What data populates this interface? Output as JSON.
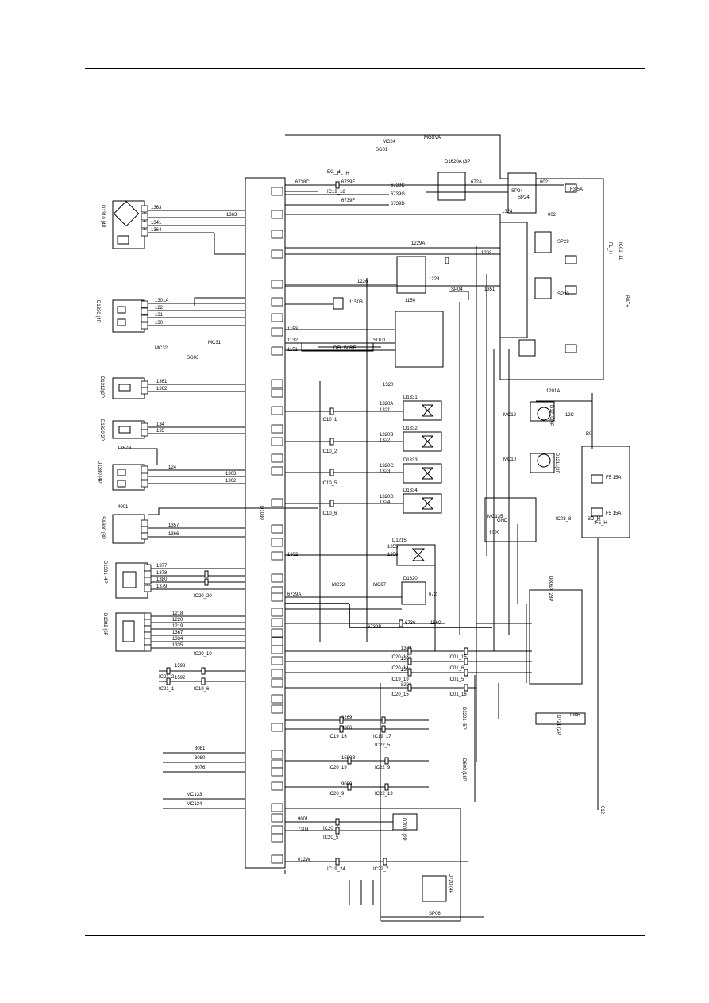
{
  "page": {
    "connector_name": "D1030",
    "wire_labels_left": [
      {
        "id": "1363a",
        "text": "1363"
      },
      {
        "id": "1363b",
        "text": "1363"
      },
      {
        "id": "1341",
        "text": "1341"
      },
      {
        "id": "1364",
        "text": "1364"
      },
      {
        "id": "1301A",
        "text": "1301A"
      },
      {
        "id": "122",
        "text": "122"
      },
      {
        "id": "131",
        "text": "131"
      },
      {
        "id": "130",
        "text": "130"
      },
      {
        "id": "1361",
        "text": "1361"
      },
      {
        "id": "1362",
        "text": "1362"
      },
      {
        "id": "134",
        "text": "134"
      },
      {
        "id": "135",
        "text": "135"
      },
      {
        "id": "1357B",
        "text": "1357B"
      },
      {
        "id": "124",
        "text": "124"
      },
      {
        "id": "1303",
        "text": "1303"
      },
      {
        "id": "1302",
        "text": "1302"
      },
      {
        "id": "4001",
        "text": "4001"
      },
      {
        "id": "1357",
        "text": "1357"
      },
      {
        "id": "1366",
        "text": "1366"
      },
      {
        "id": "1377",
        "text": "1377"
      },
      {
        "id": "1378",
        "text": "1378"
      },
      {
        "id": "1380",
        "text": "1380"
      },
      {
        "id": "1379",
        "text": "1379"
      },
      {
        "id": "1218",
        "text": "1218"
      },
      {
        "id": "1220",
        "text": "1220"
      },
      {
        "id": "1219",
        "text": "1219"
      },
      {
        "id": "1367",
        "text": "1367"
      },
      {
        "id": "1334",
        "text": "1334"
      },
      {
        "id": "1335",
        "text": "1335"
      },
      {
        "id": "1598",
        "text": "1598"
      },
      {
        "id": "1592",
        "text": "1592"
      },
      {
        "id": "8081",
        "text": "8081"
      },
      {
        "id": "8080",
        "text": "8080"
      },
      {
        "id": "8076",
        "text": "8076"
      },
      {
        "id": "MC133",
        "text": "MC133"
      },
      {
        "id": "MC134",
        "text": "MC134"
      }
    ],
    "devices": [
      {
        "id": "D1310",
        "text": "D1310 (4P"
      },
      {
        "id": "D1330",
        "text": "D1330 (4P"
      },
      {
        "id": "D1312",
        "text": "D1312(2P"
      },
      {
        "id": "D1320",
        "text": "D1320(2P"
      },
      {
        "id": "D1380",
        "text": "D1380 (4P"
      },
      {
        "id": "SA800",
        "text": "SA800 (3P"
      },
      {
        "id": "D1381",
        "text": "D1381 (4P"
      },
      {
        "id": "D1382",
        "text": "D1382 (6P"
      },
      {
        "id": "D1331",
        "text": "D1331"
      },
      {
        "id": "D1332",
        "text": "D1332"
      },
      {
        "id": "D1333",
        "text": "D1333"
      },
      {
        "id": "D1334",
        "text": "D1334"
      },
      {
        "id": "D1215",
        "text": "D1215"
      },
      {
        "id": "D1620",
        "text": "D1620"
      },
      {
        "id": "D1620A",
        "text": "D1620A (3P"
      },
      {
        "id": "D721",
        "text": "D721 (2P"
      },
      {
        "id": "D1210",
        "text": "D1210(4P"
      },
      {
        "id": "D1211",
        "text": "D1211(2P"
      },
      {
        "id": "D006A",
        "text": "D006A (28P"
      },
      {
        "id": "D7001",
        "text": "D7001 (2P"
      },
      {
        "id": "D3201",
        "text": "D3201 (5P"
      },
      {
        "id": "D600",
        "text": "D600 (18P"
      },
      {
        "id": "D720",
        "text": "D720 (4P"
      }
    ],
    "mid_labels": [
      {
        "id": "MC24",
        "text": "MC24"
      },
      {
        "id": "SG01",
        "text": "SG01"
      },
      {
        "id": "MOXVA",
        "text": "MOXVA"
      },
      {
        "id": "6738C",
        "text": "6738C"
      },
      {
        "id": "6739E",
        "text": "6739E"
      },
      {
        "id": "6739F",
        "text": "6739F"
      },
      {
        "id": "6739G",
        "text": "6739G"
      },
      {
        "id": "6739D",
        "text": "6739D"
      },
      {
        "id": "6739C",
        "text": "6739C"
      },
      {
        "id": "672A",
        "text": "672A"
      },
      {
        "id": "IC19_18",
        "text": "IC19_18"
      },
      {
        "id": "FL_H",
        "text": "FL_H"
      },
      {
        "id": "EG_H",
        "text": "EG_H"
      },
      {
        "id": "1324A",
        "text": "1324"
      },
      {
        "id": "1229A",
        "text": "1229A"
      },
      {
        "id": "1203",
        "text": "1203"
      },
      {
        "id": "1226",
        "text": "1226"
      },
      {
        "id": "1228",
        "text": "1228"
      },
      {
        "id": "SP04",
        "text": "SP04"
      },
      {
        "id": "1351",
        "text": "1351"
      },
      {
        "id": "1150B",
        "text": "1150B"
      },
      {
        "id": "1150",
        "text": "1150"
      },
      {
        "id": "1153",
        "text": "1153"
      },
      {
        "id": "1132",
        "text": "1132"
      },
      {
        "id": "1151",
        "text": "1151"
      },
      {
        "id": "DFLWIRE",
        "text": "DFL WIRE"
      },
      {
        "id": "SDU1",
        "text": "SDU1"
      },
      {
        "id": "MC31",
        "text": "MC31"
      },
      {
        "id": "MC32",
        "text": "MC32"
      },
      {
        "id": "SG03",
        "text": "SG03"
      },
      {
        "id": "1320",
        "text": "1320"
      },
      {
        "id": "1320A",
        "text": "1320A"
      },
      {
        "id": "1321",
        "text": "1321"
      },
      {
        "id": "1320B",
        "text": "1320B"
      },
      {
        "id": "1322",
        "text": "1322"
      },
      {
        "id": "1320C",
        "text": "1320C"
      },
      {
        "id": "1323",
        "text": "1323"
      },
      {
        "id": "1320D",
        "text": "1320D"
      },
      {
        "id": "1324",
        "text": "1324"
      },
      {
        "id": "IC10_1",
        "text": "IC10_1"
      },
      {
        "id": "IC10_2",
        "text": "IC10_2"
      },
      {
        "id": "IC10_5",
        "text": "IC10_5"
      },
      {
        "id": "IC10_6",
        "text": "IC10_6"
      },
      {
        "id": "1355",
        "text": "1355"
      },
      {
        "id": "1356",
        "text": "1356"
      },
      {
        "id": "1332",
        "text": "1332"
      },
      {
        "id": "MC33",
        "text": "MC33"
      },
      {
        "id": "MC87",
        "text": "MC87"
      },
      {
        "id": "6739A",
        "text": "6739A"
      },
      {
        "id": "6739B",
        "text": "6739B"
      },
      {
        "id": "672",
        "text": "672"
      },
      {
        "id": "6736",
        "text": "6736"
      },
      {
        "id": "1560",
        "text": "1560"
      },
      {
        "id": "1382",
        "text": "1382"
      },
      {
        "id": "1330",
        "text": "1330"
      },
      {
        "id": "1368",
        "text": "1368"
      },
      {
        "id": "8200",
        "text": "8200"
      },
      {
        "id": "8269",
        "text": "8269"
      },
      {
        "id": "9006",
        "text": "9006"
      },
      {
        "id": "1598B",
        "text": "1598B"
      },
      {
        "id": "9000",
        "text": "9000"
      },
      {
        "id": "9001",
        "text": "9001"
      },
      {
        "id": "7309",
        "text": "7309"
      },
      {
        "id": "012W",
        "text": "012W"
      },
      {
        "id": "SP06",
        "text": "SP06"
      }
    ],
    "right_labels": [
      {
        "id": "0021",
        "text": "0021"
      },
      {
        "id": "SP24",
        "text": "SP24"
      },
      {
        "id": "F3_5A",
        "text": "F3 5A"
      },
      {
        "id": "002",
        "text": "002"
      },
      {
        "id": "FL_H2",
        "text": "FL_H"
      },
      {
        "id": "IC01_11",
        "text": "IC01_11"
      },
      {
        "id": "SP29",
        "text": "SP29"
      },
      {
        "id": "SP30",
        "text": "SP30"
      },
      {
        "id": "BAT",
        "text": "BAT+"
      },
      {
        "id": "1201A",
        "text": "1201A"
      },
      {
        "id": "MC12",
        "text": "MC12"
      },
      {
        "id": "MC10",
        "text": "MC10"
      },
      {
        "id": "12C",
        "text": "12C"
      },
      {
        "id": "B0",
        "text": "B0"
      },
      {
        "id": "F5_15A",
        "text": "F5 15A"
      },
      {
        "id": "F5_15A_2",
        "text": "F5 15A"
      },
      {
        "id": "GND",
        "text": "GND"
      },
      {
        "id": "MC135",
        "text": "MC135"
      },
      {
        "id": "1229",
        "text": "1229"
      },
      {
        "id": "IC08_8",
        "text": "IC08_8"
      },
      {
        "id": "BD_H",
        "text": "BD_H"
      },
      {
        "id": "F5_H",
        "text": "F5_H"
      },
      {
        "id": "1386",
        "text": "1386"
      },
      {
        "id": "012",
        "text": "012"
      },
      {
        "id": "SP24A",
        "text": "SP24"
      }
    ],
    "ic_labels": [
      {
        "id": "IC20_13",
        "text": "IC20_13"
      },
      {
        "id": "IC01_15",
        "text": "IC01_15"
      },
      {
        "id": "IC20_14",
        "text": "IC20_14"
      },
      {
        "id": "IC01_6",
        "text": "IC01_6"
      },
      {
        "id": "IC19_19",
        "text": "IC19_19"
      },
      {
        "id": "IC01_5",
        "text": "IC01_5"
      },
      {
        "id": "IC20_15",
        "text": "IC20_15"
      },
      {
        "id": "IC01_16",
        "text": "IC01_16"
      },
      {
        "id": "IC19_17",
        "text": "IC19_17"
      },
      {
        "id": "IC22_5",
        "text": "IC22_5"
      },
      {
        "id": "IC19_16",
        "text": "IC19_16"
      },
      {
        "id": "IC20_19",
        "text": "IC20_19"
      },
      {
        "id": "IC22_9",
        "text": "IC22_9"
      },
      {
        "id": "IC20_9",
        "text": "IC20_9"
      },
      {
        "id": "IC22_19",
        "text": "IC22_19"
      },
      {
        "id": "IC20_4",
        "text": "IC20_4"
      },
      {
        "id": "IC20_5",
        "text": "IC20_5"
      },
      {
        "id": "IC19_24",
        "text": "IC19_24"
      },
      {
        "id": "IC22_7",
        "text": "IC22_7"
      },
      {
        "id": "IC21_2",
        "text": "IC21_2"
      },
      {
        "id": "IC21_1",
        "text": "IC21_1"
      },
      {
        "id": "IC19_6",
        "text": "IC19_6"
      },
      {
        "id": "IC20_10",
        "text": "IC20_10"
      },
      {
        "id": "IC20_20",
        "text": "IC20_20"
      }
    ]
  }
}
